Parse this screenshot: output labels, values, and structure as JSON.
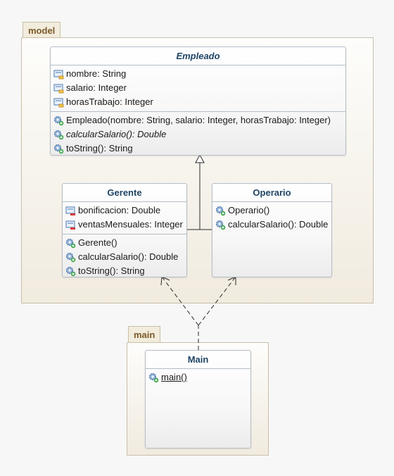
{
  "packages": {
    "model": {
      "label": "model"
    },
    "main": {
      "label": "main"
    }
  },
  "classes": {
    "empleado": {
      "name": "Empleado",
      "attributes": [
        "nombre: String",
        "salario: Integer",
        "horasTrabajo: Integer"
      ],
      "operations": [
        "Empleado(nombre: String, salario: Integer, horasTrabajo: Integer)",
        "calcularSalario(): Double",
        "toString(): String"
      ]
    },
    "gerente": {
      "name": "Gerente",
      "attributes": [
        "bonificacion: Double",
        "ventasMensuales: Integer"
      ],
      "operations": [
        "Gerente()",
        "calcularSalario(): Double",
        "toString(): String"
      ]
    },
    "operario": {
      "name": "Operario",
      "operations": [
        "Operario()",
        "calcularSalario(): Double"
      ]
    },
    "main": {
      "name": "Main",
      "operations": [
        "main()"
      ]
    }
  },
  "colors": {
    "package_label": "#7a5a28",
    "class_name": "#1f4464",
    "edge": "#2a2a2a"
  }
}
